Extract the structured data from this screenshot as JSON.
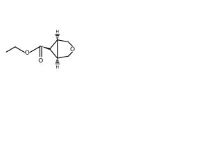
{
  "structure": {
    "atoms": {
      "ester_oxygen": "O",
      "carbonyl_oxygen": "O",
      "ring_oxygen": "O",
      "upper_bridgehead_h": "H",
      "lower_bridgehead_h": "H"
    }
  }
}
